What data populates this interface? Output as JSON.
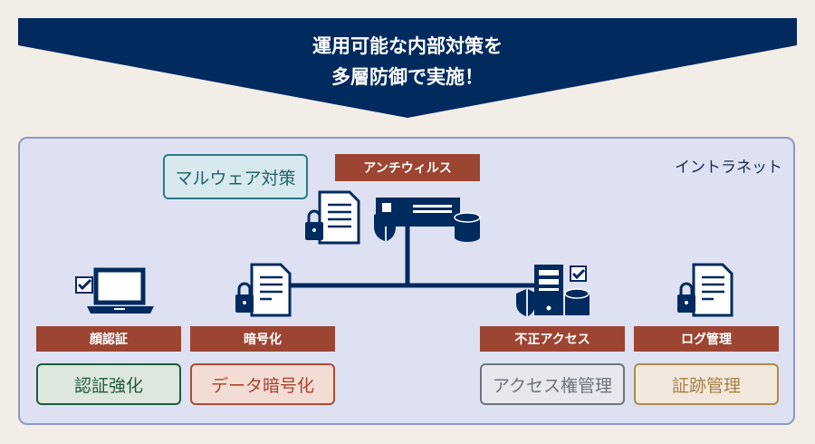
{
  "banner": {
    "line1": "運用可能な内部対策を",
    "line2": "多層防御で実施！",
    "color": "#012a5e"
  },
  "intranet": {
    "label": "イントラネット"
  },
  "top": {
    "malware_box": "マルウェア対策",
    "antivirus_tag": "アンチウィルス"
  },
  "nodes": [
    {
      "tag": "顔認証",
      "box": "認証強化",
      "icon": "laptop-check-icon"
    },
    {
      "tag": "暗号化",
      "box": "データ暗号化",
      "icon": "locked-document-icon"
    },
    {
      "tag": "不正アクセス",
      "box": "アクセス権管理",
      "icon": "server-shield-icon"
    },
    {
      "tag": "ログ管理",
      "box": "証跡管理",
      "icon": "locked-document-icon"
    }
  ],
  "colors": {
    "navy": "#012a5e",
    "tag": "#9c4532",
    "green": "#1f5a3a",
    "salmon": "#b04a35",
    "gray": "#6c747c",
    "gold": "#b08a4e",
    "teal": "#2b7a86"
  }
}
